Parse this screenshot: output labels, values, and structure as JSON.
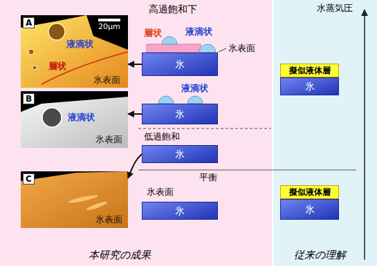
{
  "diagram": {
    "nodes": [
      {
        "text": [
          "A",
          "液滴状",
          "層状",
          "氷表面"
        ]
      },
      {
        "text": [
          "B",
          "液滴状",
          "氷表面"
        ]
      },
      {
        "text": [
          "C",
          "氷表面"
        ]
      },
      {
        "text": [
          "氷"
        ]
      },
      {
        "text": [
          "氷"
        ]
      },
      {
        "text": [
          "氷"
        ]
      },
      {
        "text": [
          "氷"
        ]
      },
      {
        "text": [
          "擬似液体層"
        ]
      },
      {
        "text": [
          "氷"
        ]
      },
      {
        "text": [
          "擬似液体層"
        ]
      },
      {
        "text": [
          "氷"
        ]
      }
    ],
    "edges": [
      {
        "from": 3,
        "to": 0,
        "arrow": "to"
      },
      {
        "from": 4,
        "to": 1,
        "arrow": "to"
      },
      {
        "from": 5,
        "to": 2,
        "arrow": "to"
      }
    ],
    "labels": [
      "20μm",
      "高過飽和下",
      "層状",
      "液滴状",
      "氷表面",
      "液滴状",
      "低過飽和",
      "平衡",
      "氷表面",
      "水蒸気圧",
      "本研究の成果",
      "従来の理解"
    ]
  }
}
